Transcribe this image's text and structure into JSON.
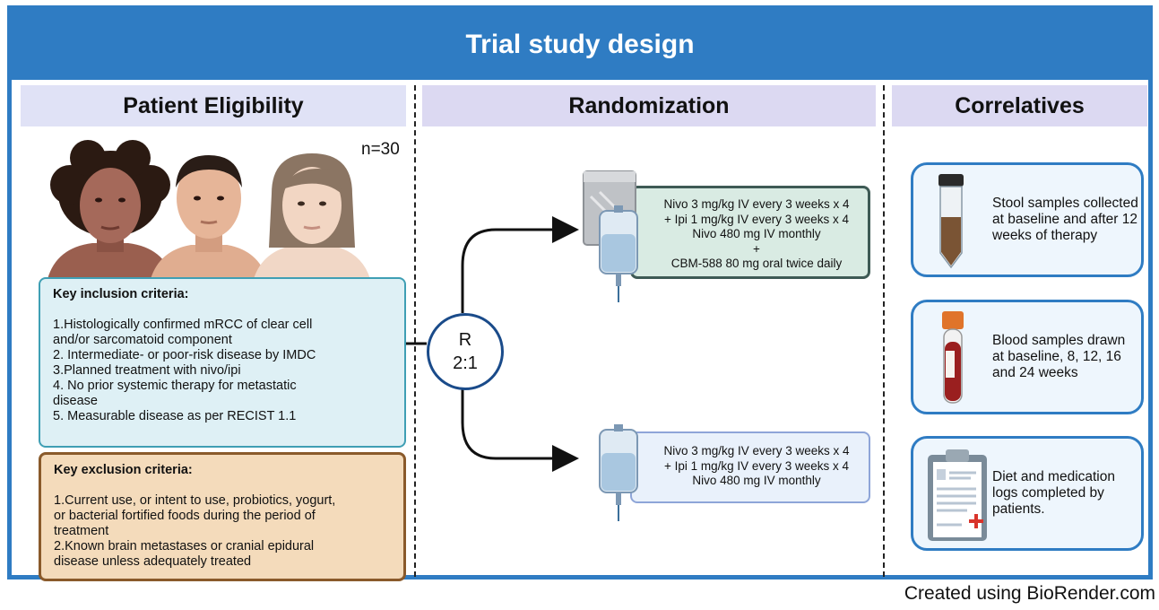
{
  "title": "Trial study design",
  "sections": {
    "eligibility": "Patient Eligibility",
    "randomization": "Randomization",
    "correlatives": "Correlatives"
  },
  "sample_size": "n=30",
  "inclusion": {
    "title": "Key inclusion criteria:",
    "lines": [
      "1.Histologically confirmed mRCC of clear cell",
      "and/or sarcomatoid component",
      "2. Intermediate- or poor-risk disease by IMDC",
      "3.Planned treatment with nivo/ipi",
      "4. No prior systemic therapy for metastatic",
      "disease",
      "5. Measurable disease as per RECIST 1.1"
    ]
  },
  "exclusion": {
    "title": "Key exclusion criteria:",
    "lines": [
      "1.Current use, or intent to use, probiotics, yogurt,",
      "or bacterial fortified foods during the period of",
      "treatment",
      "2.Known brain metastases or cranial epidural",
      "disease unless adequately treated"
    ]
  },
  "randomization": {
    "letter": "R",
    "ratio": "2:1"
  },
  "arms": [
    {
      "lines": [
        "Nivo 3 mg/kg IV every 3 weeks x 4",
        "+ Ipi 1 mg/kg IV every 3 weeks x 4",
        "Nivo 480 mg IV monthly",
        "+",
        "CBM-588 80 mg oral twice daily"
      ]
    },
    {
      "lines": [
        "Nivo 3 mg/kg IV every 3 weeks x 4",
        "+ Ipi 1 mg/kg IV every 3 weeks x 4",
        "Nivo 480 mg IV monthly"
      ]
    }
  ],
  "correlatives": [
    {
      "icon": "stool-sample-tube-icon",
      "text": "Stool samples collected at baseline and after 12 weeks of therapy"
    },
    {
      "icon": "blood-sample-tube-icon",
      "text": "Blood samples drawn at baseline, 8, 12, 16 and 24 weeks"
    },
    {
      "icon": "clipboard-log-icon",
      "text": "Diet and medication logs completed by patients."
    }
  ],
  "footer": "Created using BioRender.com",
  "colors": {
    "frame_blue": "#2f7cc3",
    "section_header_bg": "#dcdcf4",
    "inclusion_bg": "#def0f5",
    "exclusion_bg": "#f4dbbb",
    "arm1_bg": "#d9ebe3",
    "arm2_bg": "#e9f1fb"
  }
}
